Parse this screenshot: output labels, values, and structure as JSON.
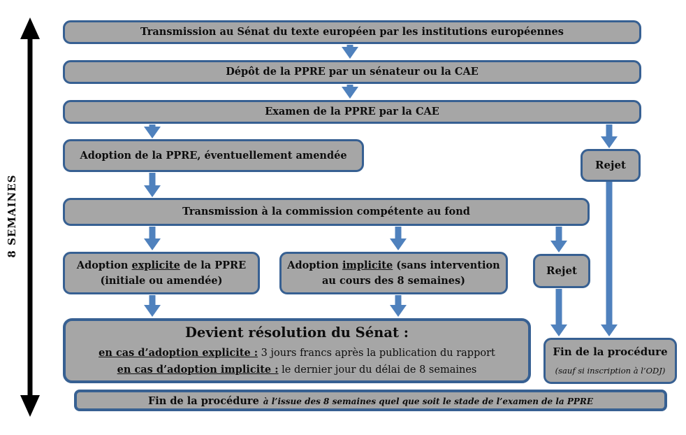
{
  "colors": {
    "box_fill": "#a6a6a6",
    "box_border": "#376092",
    "arrow_blue": "#4f81bd",
    "black": "#000000"
  },
  "timeline": {
    "label": "8 SEMAINES"
  },
  "boxes": {
    "transmission_senat": {
      "text": "Transmission au Sénat du texte européen par les institutions européennes"
    },
    "depot": {
      "text": "Dépôt de la PPRE par un sénateur ou la CAE"
    },
    "examen": {
      "text": "Examen de la PPRE par la CAE"
    },
    "adoption_cae": {
      "text": "Adoption de la PPRE, éventuellement amendée"
    },
    "rejet_cae": {
      "text": "Rejet"
    },
    "transmission_commission": {
      "text": "Transmission à la commission compétente au fond"
    },
    "adoption_explicite": {
      "prefix": "Adoption ",
      "underlined": "explicite",
      "suffix": " de la PPRE",
      "line2": "(initiale ou amendée)"
    },
    "adoption_implicite": {
      "prefix": "Adoption ",
      "underlined": "implicite",
      "suffix": " (sans intervention",
      "line2": "au cours des 8 semaines)"
    },
    "rejet_commission": {
      "text": "Rejet"
    },
    "devient_resolution": {
      "title": "Devient résolution du Sénat :",
      "case1_label": "en cas d’adoption explicite :",
      "case1_text": " 3 jours francs après la publication du rapport",
      "case2_label": "en cas d’adoption implicite :",
      "case2_text": " le dernier jour du délai de 8 semaines"
    },
    "fin_procedure_odj": {
      "title": "Fin de la procédure",
      "note": "(sauf si inscription à l’ODJ)"
    },
    "fin_procedure_8sem": {
      "label": "Fin de la procédure",
      "note": "à l’issue des 8 semaines quel que soit le stade de l’examen de la PPRE"
    }
  }
}
